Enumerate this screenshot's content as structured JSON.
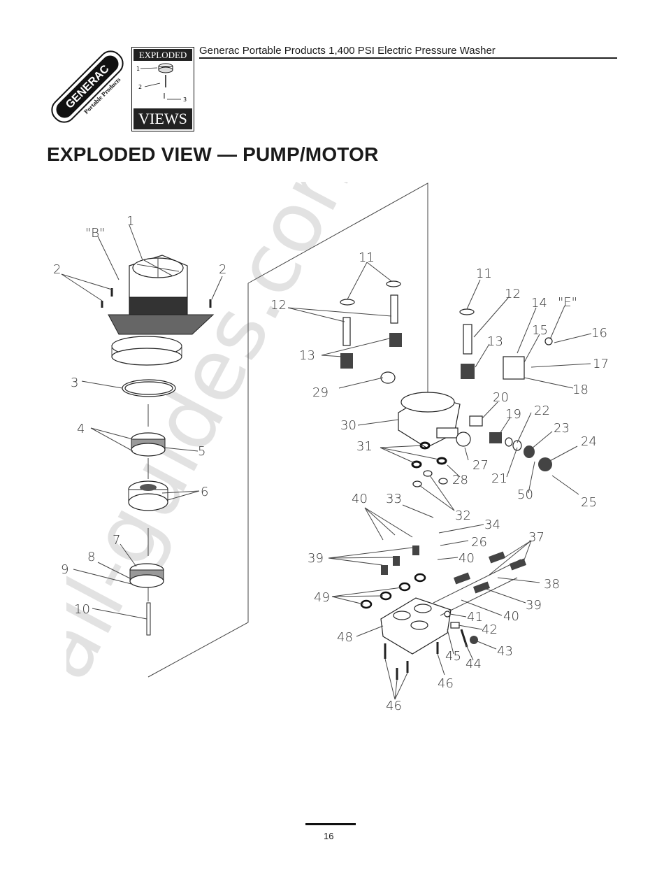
{
  "header": {
    "brand": "GENERAC",
    "brand_sub": "Portable Products",
    "badge_top": "EXPLODED",
    "badge_bottom": "VIEWS",
    "badge_callouts": [
      "1",
      "2",
      "3"
    ],
    "document_title": "Generac Portable Products 1,400 PSI Electric Pressure Washer"
  },
  "page_title": "EXPLODED VIEW — PUMP/MOTOR",
  "watermark": "all-guides.com",
  "diagram": {
    "detail_labels": [
      "\"B\"",
      "\"E\""
    ],
    "part_numbers": [
      "1",
      "2",
      "2",
      "3",
      "4",
      "5",
      "6",
      "7",
      "8",
      "9",
      "10",
      "11",
      "11",
      "12",
      "12",
      "13",
      "13",
      "14",
      "15",
      "16",
      "17",
      "18",
      "19",
      "20",
      "21",
      "22",
      "23",
      "24",
      "25",
      "26",
      "27",
      "28",
      "29",
      "30",
      "31",
      "32",
      "33",
      "34",
      "37",
      "38",
      "39",
      "39",
      "40",
      "40",
      "40",
      "41",
      "42",
      "43",
      "44",
      "45",
      "46",
      "46",
      "48",
      "49",
      "50"
    ]
  },
  "page_number": "16"
}
